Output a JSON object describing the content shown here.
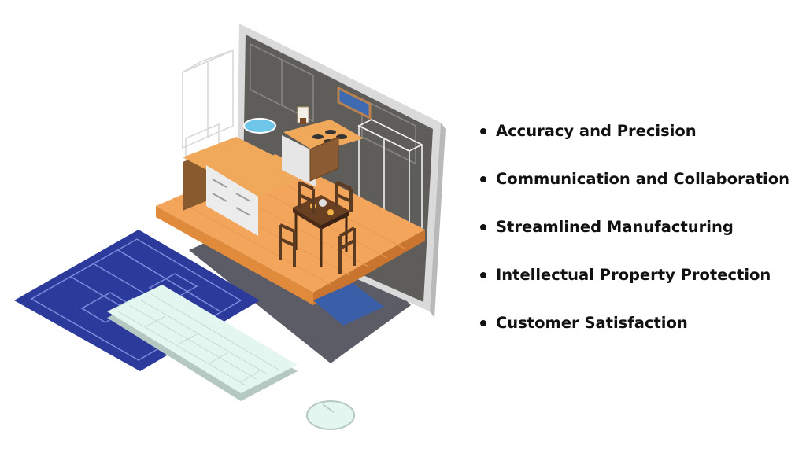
{
  "benefits": {
    "items": [
      "Accuracy and Precision",
      "Communication and Collaboration",
      "Streamlined Manufacturing",
      "Intellectual Property Protection",
      "Customer Satisfaction"
    ]
  },
  "illustration": {
    "subject": "isometric computer monitor showing 3D kitchen design with blueprint, keyboard and mouse",
    "colors": {
      "floor": "#f3a55c",
      "floor_edge": "#e08a3c",
      "wall": "#5f5d5a",
      "monitor_frame": "#dcdcdc",
      "blueprint": "#2c3a9c",
      "keyboard": "#e3f6f0",
      "shadow": "#5c5c66",
      "furniture": "#5b3a22",
      "counter_top": "#f0a95a",
      "cabinet": "#eeeeee"
    }
  }
}
